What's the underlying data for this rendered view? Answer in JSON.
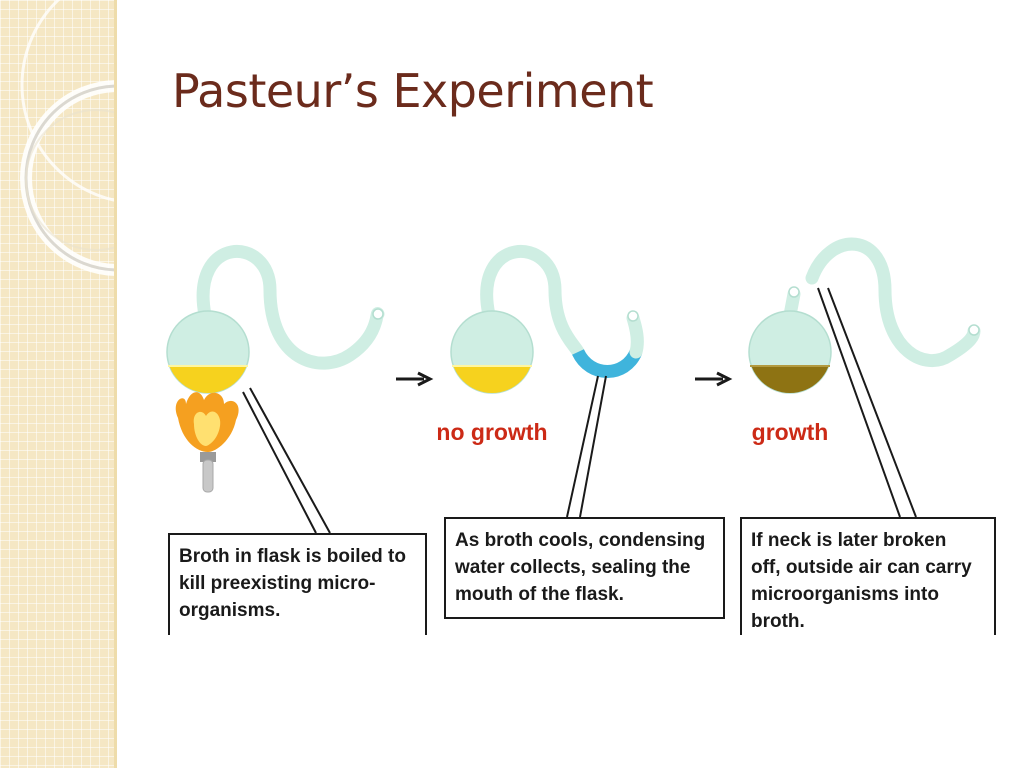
{
  "slide": {
    "title": "Pasteur’s Experiment"
  },
  "steps": [
    {
      "caption": "Broth in flask is boiled to kill preexisting micro-organisms.",
      "lines": [
        "Broth in flask is boiled to",
        "kill preexisting micro-",
        "organisms."
      ],
      "result": ""
    },
    {
      "caption": "As broth cools, condensing water collects, sealing the mouth of the flask.",
      "lines": [
        "As broth cools, condensing",
        "water collects, sealing the",
        "mouth of the flask."
      ],
      "result": "no growth"
    },
    {
      "caption": "If neck is later broken off, outside air can carry microorganisms into broth.",
      "lines": [
        "If neck is later broken",
        "off, outside air can carry",
        "microorganisms into",
        "broth."
      ],
      "result": "growth"
    }
  ],
  "colors": {
    "title": "#6b2b1c",
    "glass": "#cfeee3",
    "glass_outline": "#b4ded0",
    "broth_fresh": "#f6d21e",
    "broth_contaminated": "#8e7313",
    "condensed_water": "#3fb4dc",
    "result_label": "#cc2a16",
    "flame_outer": "#f5a020",
    "flame_inner": "#ffe070",
    "burner": "#c8c8c8",
    "sidebar": "#f5e7c4"
  },
  "icons": [
    "flask-icon",
    "flame-icon",
    "burner-icon",
    "arrow-right-icon"
  ]
}
